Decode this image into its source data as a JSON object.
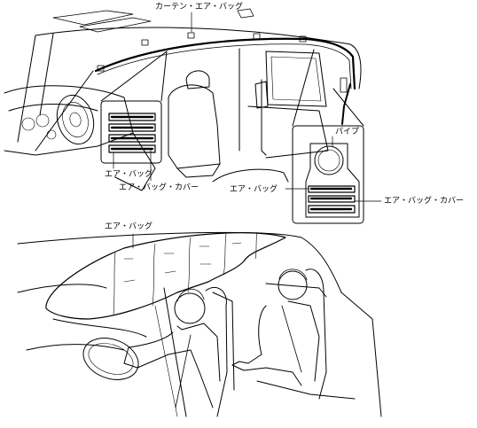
{
  "labels": {
    "curtain_air_bag": "カーテン・エア・バッグ",
    "pipe": "パイプ",
    "air_bag_left": "エア・バッグ",
    "air_bag_cover_left": "エア・バッグ・カバー",
    "air_bag_right": "エア・バッグ",
    "air_bag_cover_right": "エア・バッグ・カバー",
    "air_bag_bottom": "エア・バッグ"
  },
  "icons": {
    "top_illustration": "vehicle-interior-cutaway",
    "detail_left": "folded-airbag-module-detail",
    "detail_right": "pipe-and-airbag-detail",
    "bottom_illustration": "deployed-curtain-airbag-with-occupants"
  }
}
